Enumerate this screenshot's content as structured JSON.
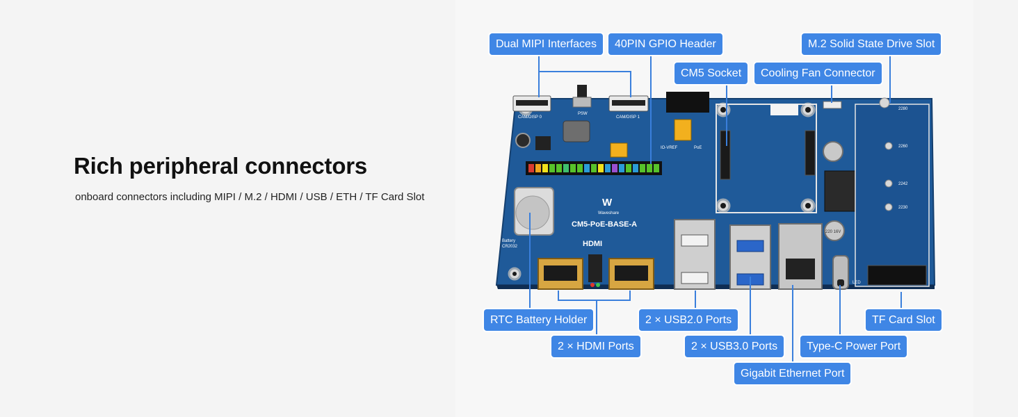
{
  "text": {
    "headline": "Rich peripheral connectors",
    "subline": "onboard connectors including MIPI / M.2 / HDMI / USB / ETH / TF Card Slot"
  },
  "callouts": {
    "mipi": "Dual MIPI Interfaces",
    "gpio": "40PIN GPIO Header",
    "m2": "M.2 Solid State Drive Slot",
    "cm5": "CM5 Socket",
    "fan": "Cooling Fan Connector",
    "rtc": "RTC Battery Holder",
    "usb2": "2 × USB2.0 Ports",
    "tf": "TF Card Slot",
    "hdmi": "2 × HDMI Ports",
    "usb3": "2 × USB3.0 Ports",
    "typec": "Type-C Power Port",
    "eth": "Gigabit Ethernet Port"
  },
  "board": {
    "name": "CM5-PoE-BASE-A",
    "brand": "Waveshare",
    "hdmi_label": "HDMI",
    "cam0": "CAM/DISP 0",
    "cam1": "CAM/DISP 1",
    "psw": "PSW",
    "battery": "Battery",
    "battery_model": "CR2032",
    "ioref": "IO-VREF",
    "poe": "PoE",
    "led": "LED",
    "m2_lengths": [
      "2280",
      "2260",
      "2242",
      "2230"
    ],
    "capacitor": "220 16V"
  },
  "colors": {
    "callout": "#3f86e5",
    "pcb": "#1f5a99",
    "pcb_dark": "#17487e",
    "line": "#3a7fdc"
  }
}
